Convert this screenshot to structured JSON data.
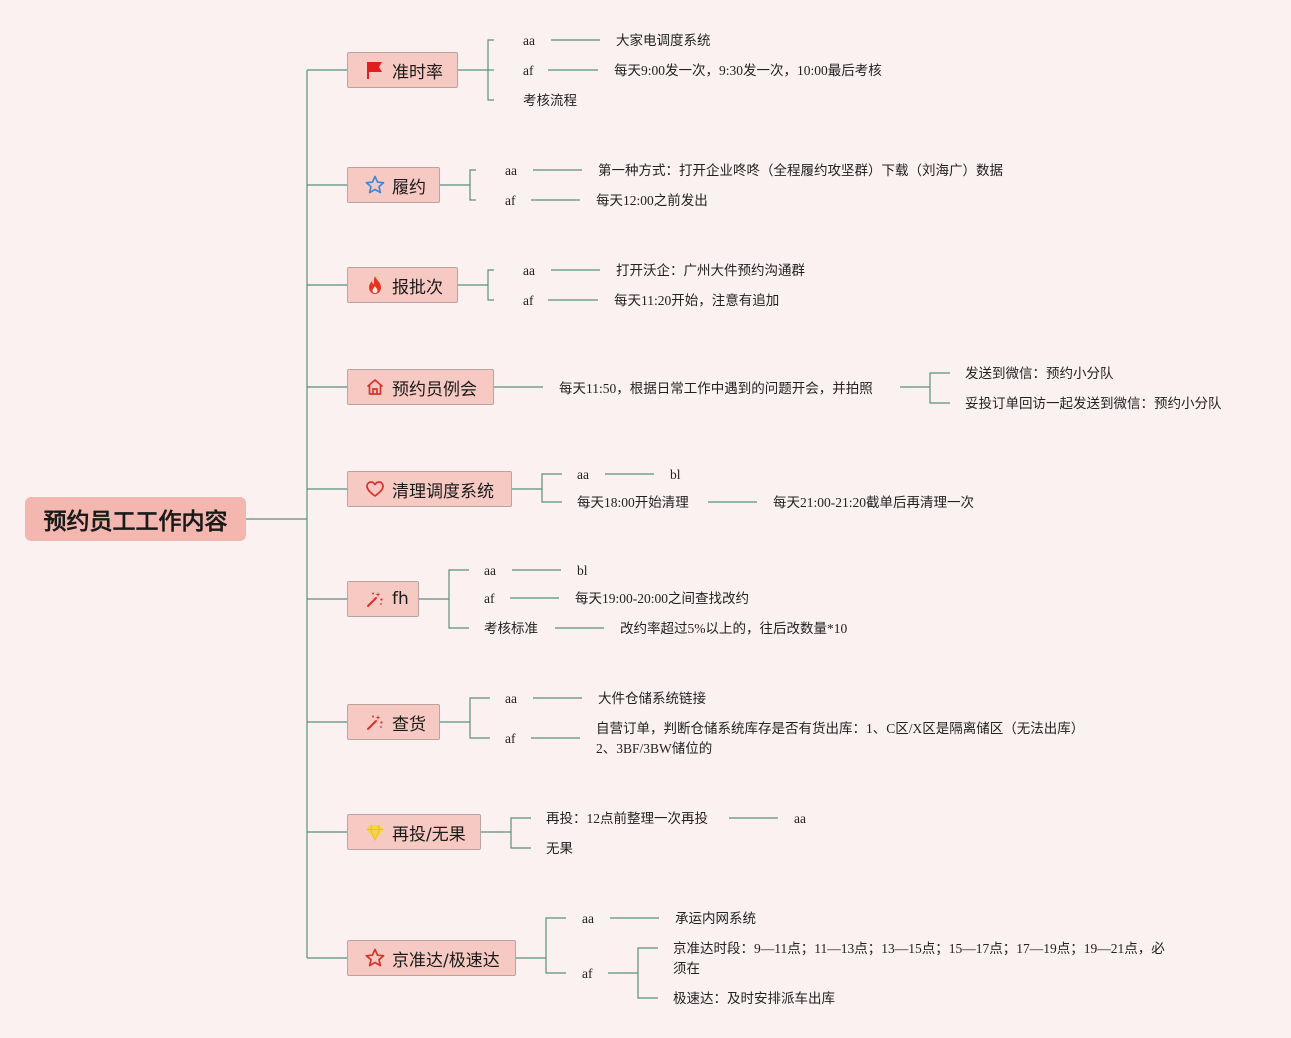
{
  "colors": {
    "background": "#fbf1f1",
    "root": "#f4b7b0",
    "branch": "#f6c9c3",
    "line": "#5a8f80"
  },
  "root": {
    "label": "预约员工工作内容"
  },
  "branches": [
    {
      "label": "准时率",
      "icon": "red-flag-icon",
      "items": [
        {
          "label": "aa",
          "value": "大家电调度系统"
        },
        {
          "label": "af",
          "value": "每天9:00发一次，9:30发一次，10:00最后考核"
        },
        {
          "label": "考核流程"
        }
      ]
    },
    {
      "label": "履约",
      "icon": "star-outline-icon",
      "items": [
        {
          "label": "aa",
          "value": "第一种方式：打开企业咚咚（全程履约攻坚群）下载（刘海广）数据"
        },
        {
          "label": "af",
          "value": "每天12:00之前发出"
        }
      ]
    },
    {
      "label": "报批次",
      "icon": "fire-icon",
      "items": [
        {
          "label": "aa",
          "value": "打开沃企：广州大件预约沟通群"
        },
        {
          "label": "af",
          "value": "每天11:20开始，注意有追加"
        }
      ]
    },
    {
      "label": "预约员例会",
      "icon": "home-icon",
      "items": [
        {
          "label": "每天11:50，根据日常工作中遇到的问题开会，并拍照",
          "children": [
            "发送到微信：预约小分队",
            "妥投订单回访一起发送到微信：预约小分队"
          ]
        }
      ]
    },
    {
      "label": "清理调度系统",
      "icon": "heart-icon",
      "items": [
        {
          "label": "aa",
          "value": "bl"
        },
        {
          "label": "每天18:00开始清理",
          "value": "每天21:00-21:20截单后再清理一次"
        }
      ]
    },
    {
      "label": "fh",
      "icon": "magic-wand-icon",
      "items": [
        {
          "label": "aa",
          "value": "bl"
        },
        {
          "label": "af",
          "value": "每天19:00-20:00之间查找改约"
        },
        {
          "label": "考核标准",
          "value": "改约率超过5%以上的，往后改数量*10"
        }
      ]
    },
    {
      "label": "查货",
      "icon": "magic-wand-icon",
      "items": [
        {
          "label": "aa",
          "value": "大件仓储系统链接"
        },
        {
          "label": "af",
          "value": "自营订单，判断仓储系统库存是否有货出库：1、C区/X区是隔离储区（无法出库）2、3BF/3BW储位的"
        }
      ]
    },
    {
      "label": "再投/无果",
      "icon": "gem-icon",
      "items": [
        {
          "label": "再投：12点前整理一次再投",
          "value": "aa"
        },
        {
          "label": "无果"
        }
      ]
    },
    {
      "label": "京准达/极速达",
      "icon": "star-red-icon",
      "items": [
        {
          "label": "aa",
          "value": "承运内网系统"
        },
        {
          "label": "af",
          "children": [
            "京准达时段：9—11点；11—13点；13—15点；15—17点；17—19点；19—21点，必须在",
            "极速达：及时安排派车出库"
          ]
        }
      ]
    }
  ]
}
